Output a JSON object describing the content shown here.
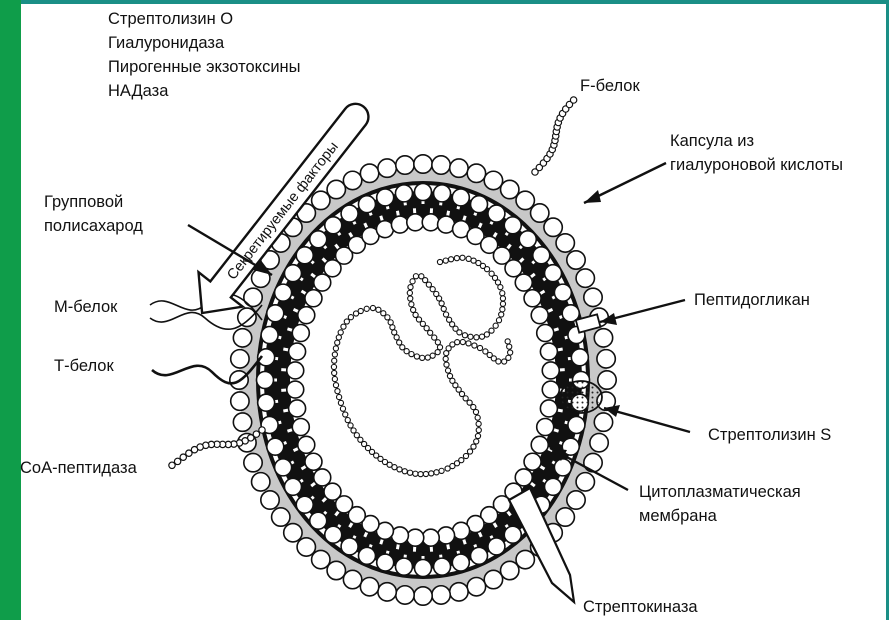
{
  "colors": {
    "frame_green": "#0f9d4a",
    "frame_teal": "#1a8f86",
    "capsule_gray": "#c8c8c8",
    "line": "#111111",
    "bead_fill": "#ffffff"
  },
  "labels": {
    "secreted": [
      "Стрептолизин О",
      "Гиалуронидаза",
      "Пирогенные экзотоксины",
      "НАДаза"
    ],
    "f_protein": "F-белок",
    "capsule": [
      "Капсула из",
      "гиалуроновой кислоты"
    ],
    "group_polysaccharide": [
      "Групповой",
      "полисахарод"
    ],
    "peptidoglycan": "Пептидогликан",
    "m_protein": "М-белок",
    "t_protein": "Т-белок",
    "streptolysin_s": "Стрептолизин S",
    "coa_peptidase": "СоА-пептидаза",
    "membrane": [
      "Цитоплазматическая",
      "мембрана"
    ],
    "streptokinase": "Стрептокиназа",
    "secreted_arrow": "Секретируемые факторы"
  }
}
